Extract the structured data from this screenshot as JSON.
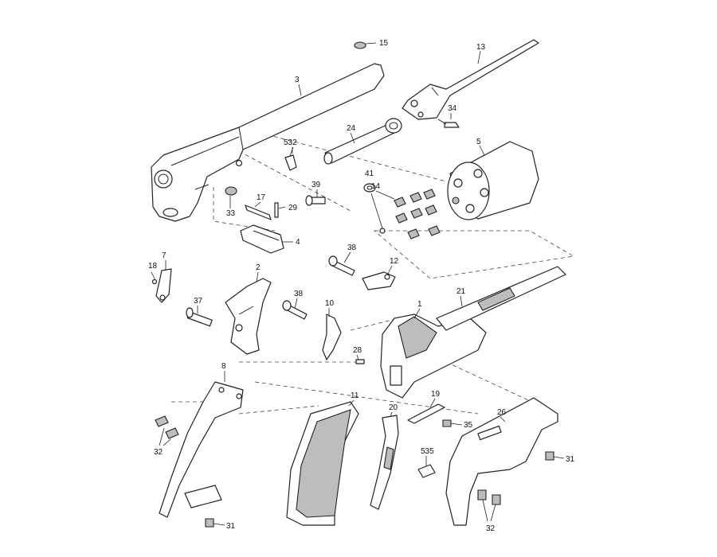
{
  "diagram": {
    "type": "exploded parts diagram",
    "subject": "revolver",
    "callouts": [
      "15",
      "13",
      "3",
      "34",
      "24",
      "532",
      "5",
      "41",
      "39",
      "14",
      "17",
      "29",
      "33",
      "4",
      "38",
      "12",
      "7",
      "18",
      "2",
      "21",
      "37",
      "10",
      "38",
      "1",
      "28",
      "8",
      "11",
      "20",
      "19",
      "35",
      "26",
      "535",
      "32",
      "31",
      "31",
      "32"
    ]
  },
  "parts": [
    {
      "id": "p15",
      "label": "15"
    },
    {
      "id": "p13",
      "label": "13"
    },
    {
      "id": "p3",
      "label": "3"
    },
    {
      "id": "p34",
      "label": "34"
    },
    {
      "id": "p24",
      "label": "24"
    },
    {
      "id": "p532",
      "label": "532"
    },
    {
      "id": "p5",
      "label": "5"
    },
    {
      "id": "p41",
      "label": "41"
    },
    {
      "id": "p39",
      "label": "39"
    },
    {
      "id": "p14",
      "label": "14"
    },
    {
      "id": "p17",
      "label": "17"
    },
    {
      "id": "p29",
      "label": "29"
    },
    {
      "id": "p33",
      "label": "33"
    },
    {
      "id": "p4",
      "label": "4"
    },
    {
      "id": "p38a",
      "label": "38"
    },
    {
      "id": "p12",
      "label": "12"
    },
    {
      "id": "p7",
      "label": "7"
    },
    {
      "id": "p18",
      "label": "18"
    },
    {
      "id": "p2",
      "label": "2"
    },
    {
      "id": "p21",
      "label": "21"
    },
    {
      "id": "p37",
      "label": "37"
    },
    {
      "id": "p10",
      "label": "10"
    },
    {
      "id": "p38b",
      "label": "38"
    },
    {
      "id": "p1",
      "label": "1"
    },
    {
      "id": "p28",
      "label": "28"
    },
    {
      "id": "p8",
      "label": "8"
    },
    {
      "id": "p11",
      "label": "11"
    },
    {
      "id": "p20",
      "label": "20"
    },
    {
      "id": "p19",
      "label": "19"
    },
    {
      "id": "p35",
      "label": "35"
    },
    {
      "id": "p26",
      "label": "26"
    },
    {
      "id": "p535",
      "label": "535"
    },
    {
      "id": "p32a",
      "label": "32"
    },
    {
      "id": "p31a",
      "label": "31"
    },
    {
      "id": "p31b",
      "label": "31"
    },
    {
      "id": "p32b",
      "label": "32"
    }
  ],
  "labels": {
    "p15": "15",
    "p13": "13",
    "p3": "3",
    "p34": "34",
    "p24": "24",
    "p532": "532",
    "p5": "5",
    "p41": "41",
    "p39": "39",
    "p14": "14",
    "p17": "17",
    "p29": "29",
    "p33": "33",
    "p4": "4",
    "p38a": "38",
    "p12": "12",
    "p7": "7",
    "p18": "18",
    "p2": "2",
    "p21": "21",
    "p37": "37",
    "p10": "10",
    "p38b": "38",
    "p1": "1",
    "p28": "28",
    "p8": "8",
    "p11": "11",
    "p20": "20",
    "p19": "19",
    "p35": "35",
    "p26": "26",
    "p535": "535",
    "p32a": "32",
    "p31a": "31",
    "p31b": "31",
    "p32b": "32"
  }
}
